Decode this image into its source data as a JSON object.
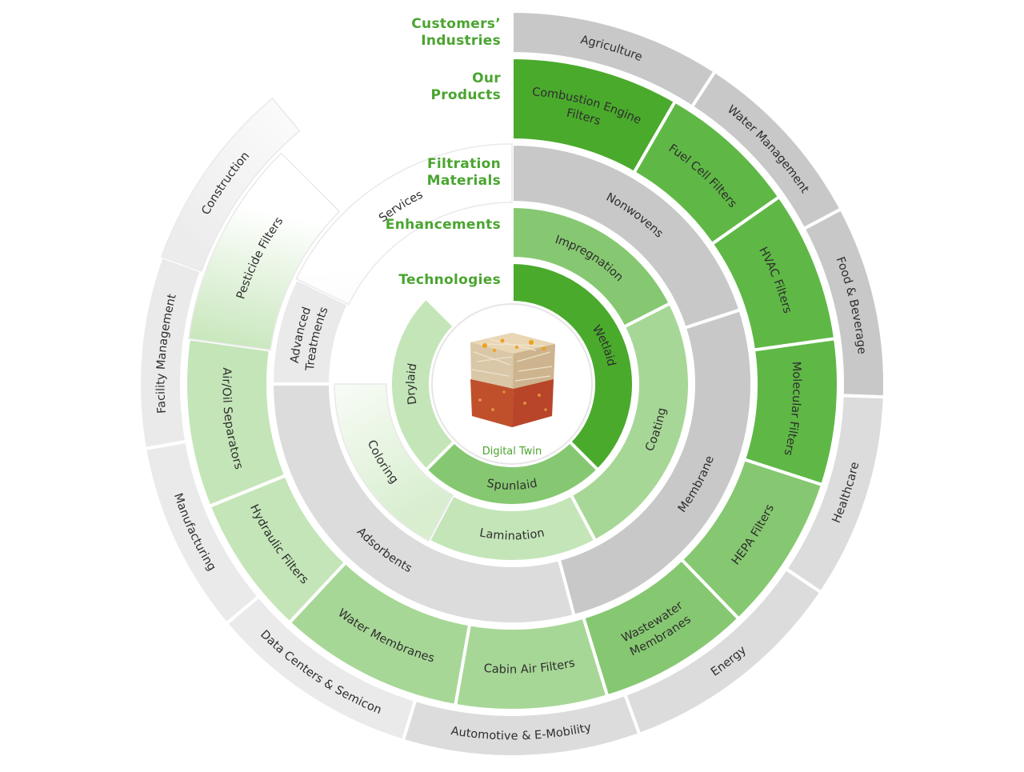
{
  "ring_labels": {
    "industries": "Customers’ Industries",
    "products": "Our Products",
    "materials": "Filtration Materials",
    "enhancements": "Enhancements",
    "technologies": "Technologies"
  },
  "center": {
    "label": "Digital Twin"
  },
  "colors": {
    "green_dark": "#4aaa2c",
    "green_mid": "#5fb846",
    "green_light": "#86c871",
    "green_pale": "#a7d796",
    "green_faint": "#c4e5b8",
    "grey": "#c8c8c8",
    "grey_light": "#dcdcdc",
    "grey_faint": "#eaeaea",
    "white_faint": "#f4f4f4"
  },
  "rings": {
    "technologies": [
      {
        "label": "Wetlaid",
        "color": "green_dark"
      },
      {
        "label": "Spunlaid",
        "color": "green_light"
      },
      {
        "label": "Drylaid",
        "color": "green_faint"
      }
    ],
    "enhancements": [
      {
        "label": "Impregnation",
        "color": "green_light"
      },
      {
        "label": "Coating",
        "color": "green_pale"
      },
      {
        "label": "Lamination",
        "color": "green_faint"
      },
      {
        "label": "Coloring",
        "color": "fade_green"
      }
    ],
    "materials": [
      {
        "label": "Nonwovens",
        "color": "grey"
      },
      {
        "label": "Membrane",
        "color": "grey"
      },
      {
        "label": "Adsorbents",
        "color": "grey_light"
      },
      {
        "label": "Advanced Treatments",
        "color": "grey_faint"
      },
      {
        "label": "Services",
        "color": "white_faint"
      }
    ],
    "products": [
      {
        "label": "Combustion Engine Filters",
        "color": "green_dark"
      },
      {
        "label": "Fuel Cell Filters",
        "color": "green_mid"
      },
      {
        "label": "HVAC Filters",
        "color": "green_mid"
      },
      {
        "label": "Molecular Filters",
        "color": "green_mid"
      },
      {
        "label": "HEPA Filters",
        "color": "green_light"
      },
      {
        "label": "Wastewater Membranes",
        "color": "green_light"
      },
      {
        "label": "Cabin Air Filters",
        "color": "green_pale"
      },
      {
        "label": "Water Membranes",
        "color": "green_pale"
      },
      {
        "label": "Hydraulic Filters",
        "color": "green_faint"
      },
      {
        "label": "Air/Oil Separators",
        "color": "green_faint"
      },
      {
        "label": "Pesticide Filters",
        "color": "fade_green"
      }
    ],
    "industries": [
      {
        "label": "Agriculture",
        "color": "grey"
      },
      {
        "label": "Water Management",
        "color": "grey"
      },
      {
        "label": "Food & Beverage",
        "color": "grey"
      },
      {
        "label": "Healthcare",
        "color": "grey_light"
      },
      {
        "label": "Energy",
        "color": "grey_light"
      },
      {
        "label": "Automotive & E-Mobility",
        "color": "grey_light"
      },
      {
        "label": "Data Centers & Semicon",
        "color": "grey_faint"
      },
      {
        "label": "Manufacturing",
        "color": "grey_faint"
      },
      {
        "label": "Facility Management",
        "color": "grey_faint"
      },
      {
        "label": "Construction",
        "color": "white_faint"
      }
    ]
  }
}
